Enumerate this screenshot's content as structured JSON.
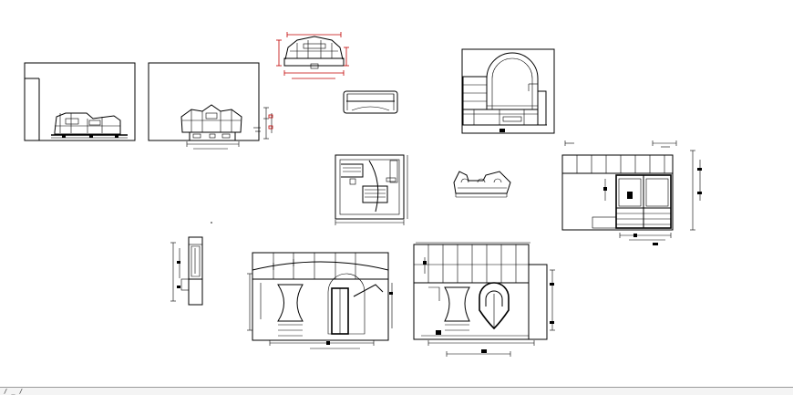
{
  "colors": {
    "background": "#ffffff",
    "line": "#000000",
    "accent": "#c00000"
  },
  "statusbar": {
    "handle_text": "/ _ /"
  },
  "drawings": [
    "elevation-left-room",
    "elevation-bed-wall",
    "bed-headboard-detail",
    "sofa-plan",
    "arched-wardrobe-elevation",
    "room-floor-plan",
    "headboard-plan-detail",
    "wardrobe-elevation-right",
    "side-section-narrow",
    "wardrobe-elevation-bottom-left",
    "wardrobe-elevation-bottom-right"
  ]
}
